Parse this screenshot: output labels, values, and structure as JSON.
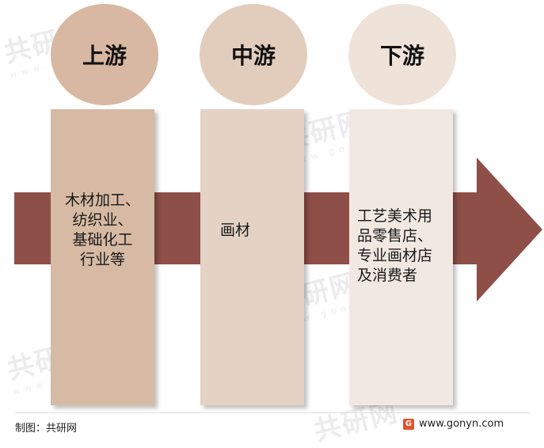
{
  "colors": {
    "arrow": "#8e4f48",
    "upstream_circle": "#d8b8a2",
    "upstream_column": "#d7baa3",
    "midstream_circle": "#e2cdbd",
    "midstream_column": "#e4d2c4",
    "downstream_circle": "#efe2d9",
    "downstream_column": "#f2e8e2",
    "logo": "#e2522b"
  },
  "stages": [
    {
      "title": "上游",
      "content": "木材加工、\n纺织业、\n基础化工\n行业等"
    },
    {
      "title": "中游",
      "content": "画材"
    },
    {
      "title": "下游",
      "content": "工艺美术用\n品零售店、\n专业画材店\n及消费者"
    }
  ],
  "watermark": {
    "text": "共研网",
    "sub": "www.gonyn.com"
  },
  "footer": {
    "source": "制图：共研网",
    "logo_icon": "gonyn-logo-icon",
    "site": "www.gonyn.com"
  }
}
